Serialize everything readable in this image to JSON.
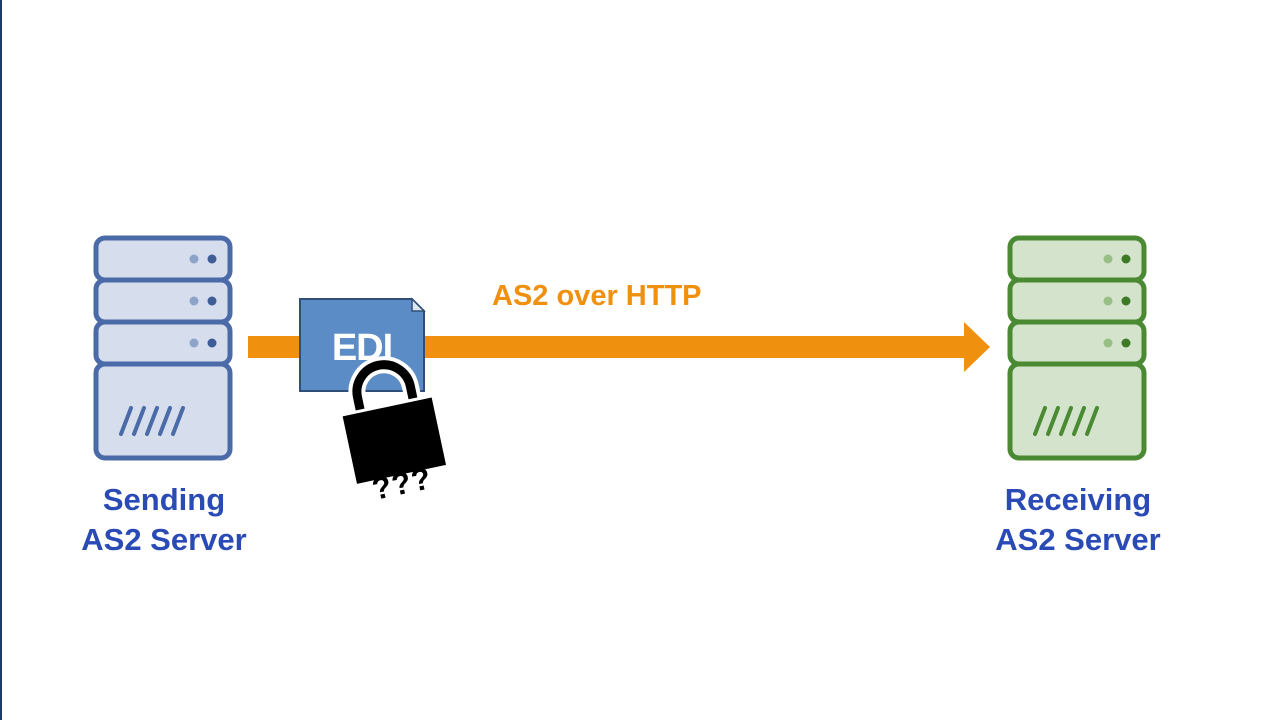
{
  "diagram": {
    "protocol_label": "AS2 over HTTP",
    "document_label": "EDI",
    "unknown_mark": "???",
    "sender": {
      "line1": "Sending",
      "line2": "AS2 Server",
      "color": "#2a4ab5"
    },
    "receiver": {
      "line1": "Receiving",
      "line2": "AS2 Server",
      "color": "#2a4ab5"
    },
    "colors": {
      "arrow": "#f0900f",
      "sender_server_stroke": "#4a6aa8",
      "sender_server_fill": "#d6deed",
      "receiver_server_stroke": "#4a8a32",
      "receiver_server_fill": "#d4e3cc",
      "document_fill": "#5b8cc6",
      "lock": "#000000"
    },
    "icons": [
      "server-icon",
      "document-icon",
      "padlock-icon",
      "arrow-icon"
    ]
  }
}
